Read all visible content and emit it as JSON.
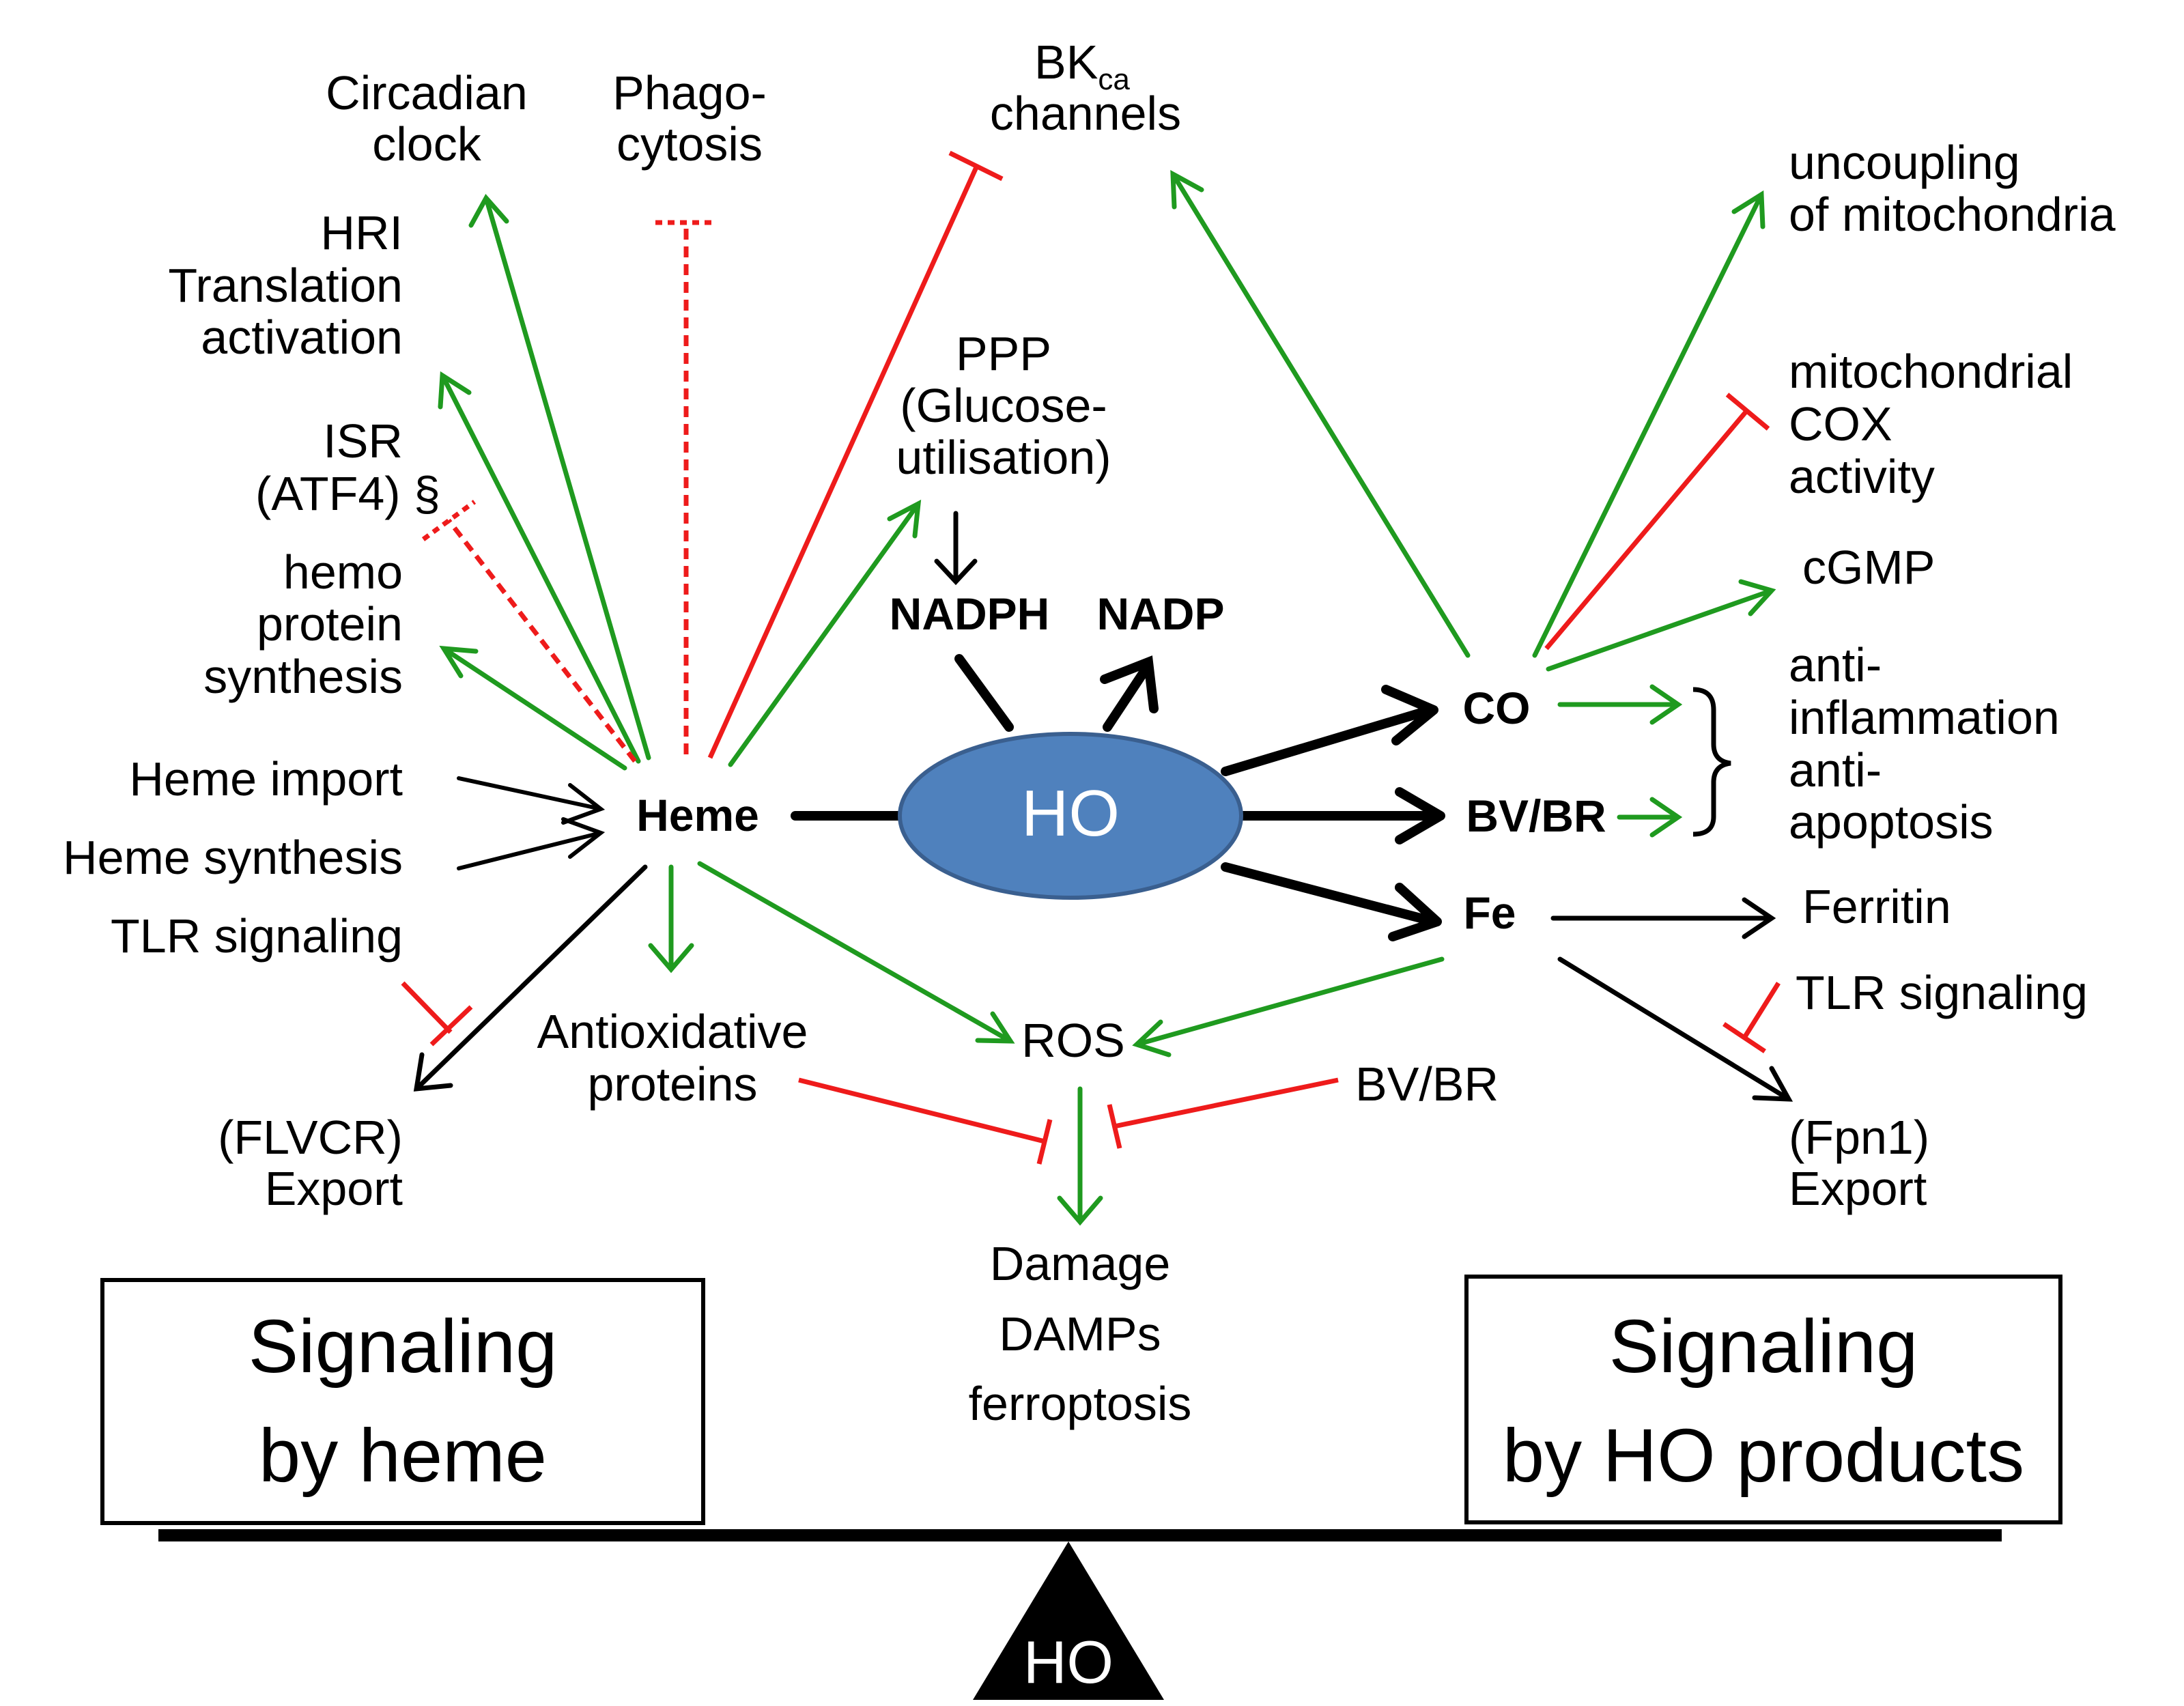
{
  "colors": {
    "activate": "#1f9a1f",
    "inhibit": "#ee1b1b",
    "flow": "#000000",
    "ho_ellipse": "#4f81bd",
    "ho_text": "#ffffff"
  },
  "nodes": {
    "heme": "Heme",
    "ho": "HO",
    "co": "CO",
    "bvbr": "BV/BR",
    "fe": "Fe",
    "ros": "ROS",
    "nadph": "NADPH",
    "nadp": "NADP"
  },
  "labels": {
    "circadian": [
      "Circadian",
      "clock"
    ],
    "phago": [
      "Phago-",
      "cytosis"
    ],
    "bk": {
      "main": "BK",
      "sub": "ca",
      "line2": "channels"
    },
    "hri": [
      "HRI",
      "Translation",
      "activation"
    ],
    "isr": [
      "ISR",
      "(ATF4) §"
    ],
    "hemo": [
      "hemo",
      "protein",
      "synthesis"
    ],
    "ppp": [
      "PPP",
      "(Glucose-",
      "utilisation)"
    ],
    "heme_import": "Heme import",
    "heme_synthesis": "Heme synthesis",
    "tlr_left": "TLR signaling",
    "flvcr": [
      "(FLVCR)",
      "Export"
    ],
    "antiox": [
      "Antioxidative",
      "proteins"
    ],
    "bvbr_right": "BV/BR",
    "damage": [
      "Damage",
      "DAMPs",
      "ferroptosis"
    ],
    "uncoupling": [
      "uncoupling",
      "of mitochondria"
    ],
    "cox": [
      "mitochondrial",
      "COX",
      "activity"
    ],
    "cgmp": "cGMP",
    "antiinf": [
      "anti-",
      "inflammation",
      "anti-",
      "apoptosis"
    ],
    "ferritin": "Ferritin",
    "tlr_right": "TLR signaling",
    "fpn1": [
      "(Fpn1)",
      "Export"
    ]
  },
  "boxes": {
    "left": [
      "Signaling",
      "by heme"
    ],
    "right": [
      "Signaling",
      "by HO products"
    ]
  },
  "fulcrum": "HO"
}
